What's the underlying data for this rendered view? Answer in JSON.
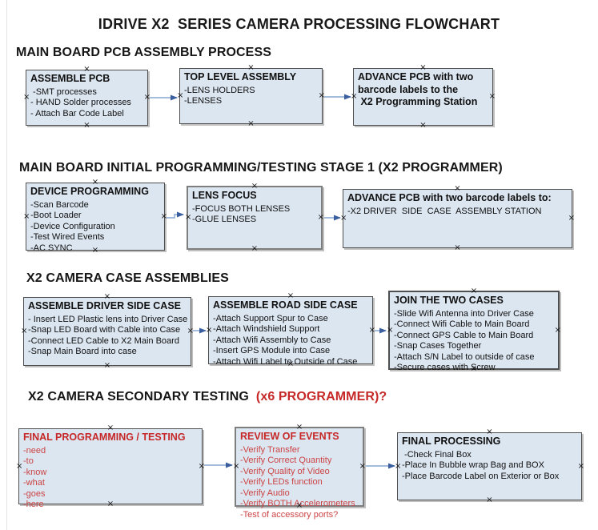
{
  "title": "IDRIVE X2  SERIES CAMERA PROCESSING FLOWCHART",
  "colors": {
    "box_fill": "#dce6f1",
    "box_border": "#4f4f4f",
    "box_border_gray": "#7e7e7e",
    "shadow": "#bfbfbf",
    "text": "#111111",
    "red_title": "#c62828",
    "red_item": "#cc4444",
    "arrow_line": "#95b3d7",
    "arrow_head": "#3b5f9e"
  },
  "icons": {
    "connection_point": "×"
  },
  "sections": [
    {
      "heading": "MAIN BOARD PCB ASSEMBLY PROCESS",
      "boxes": [
        {
          "title": "ASSEMBLE PCB",
          "items": [
            " -SMT processes",
            "- HAND Solder processes",
            "- Attach Bar Code Label"
          ]
        },
        {
          "title": "TOP LEVEL ASSEMBLY",
          "items": [
            "-LENS HOLDERS",
            "-LENSES"
          ]
        },
        {
          "title": "ADVANCE PCB with two\nbarcode labels to the\n X2 Programming Station",
          "items": []
        }
      ]
    },
    {
      "heading": "MAIN BOARD INITIAL PROGRAMMING/TESTING STAGE 1 (X2 PROGRAMMER)",
      "boxes": [
        {
          "title": "DEVICE PROGRAMMING",
          "items": [
            "-Scan Barcode",
            "-Boot Loader",
            "-Device Configuration",
            "-Test Wired Events",
            "-AC SYNC"
          ]
        },
        {
          "title": "LENS FOCUS",
          "items": [
            "-FOCUS BOTH LENSES",
            "-GLUE LENSES"
          ]
        },
        {
          "title": "ADVANCE PCB with two barcode labels to:",
          "items": [
            "-X2 DRIVER  SIDE  CASE  ASSEMBLY STATION"
          ]
        }
      ]
    },
    {
      "heading": "X2 CAMERA CASE ASSEMBLIES",
      "boxes": [
        {
          "title": "ASSEMBLE DRIVER SIDE CASE",
          "items": [
            "- Insert LED Plastic lens into Driver Case",
            "-Snap LED Board with Cable into Case",
            "-Connect LED Cable to X2 Main Board",
            "-Snap Main Board into case"
          ]
        },
        {
          "title": "ASSEMBLE ROAD SIDE CASE",
          "items": [
            "-Attach Support Spur to Case",
            "-Attach Windshield Support",
            "-Attach Wifi Assembly to Case",
            "-Insert GPS Module into Case",
            "-Attach Wifi Label to Outside of Case"
          ]
        },
        {
          "title": "JOIN THE TWO CASES",
          "items": [
            "-Slide Wifi Antenna into Driver Case",
            "-Connect Wifi Cable to Main Board",
            "-Connect GPS Cable to Main Board",
            "-Snap Cases Together",
            "-Attach S/N Label to outside of case",
            "-Secure cases with Screw"
          ]
        }
      ]
    },
    {
      "heading": "X2 CAMERA SECONDARY TESTING",
      "heading_suffix": "(x6 PROGRAMMER)?",
      "boxes": [
        {
          "title": "FINAL PROGRAMMING / TESTING",
          "items": [
            "-need",
            "-to",
            "-know",
            "-what",
            "-goes",
            "-here"
          ]
        },
        {
          "title": "REVIEW OF EVENTS",
          "items": [
            "-Verify Transfer",
            "-Verify Correct Quantity",
            "-Verify Quality of Video",
            "-Verify LEDs function",
            "-Verify Audio",
            "-Verify BOTH Accelerometers",
            "-Test of accessory ports?"
          ]
        },
        {
          "title": "FINAL PROCESSING",
          "items": [
            " -Check Final Box",
            "-Place In Bubble wrap Bag and BOX",
            "-Place Barcode Label on Exterior or Box"
          ]
        }
      ]
    }
  ]
}
